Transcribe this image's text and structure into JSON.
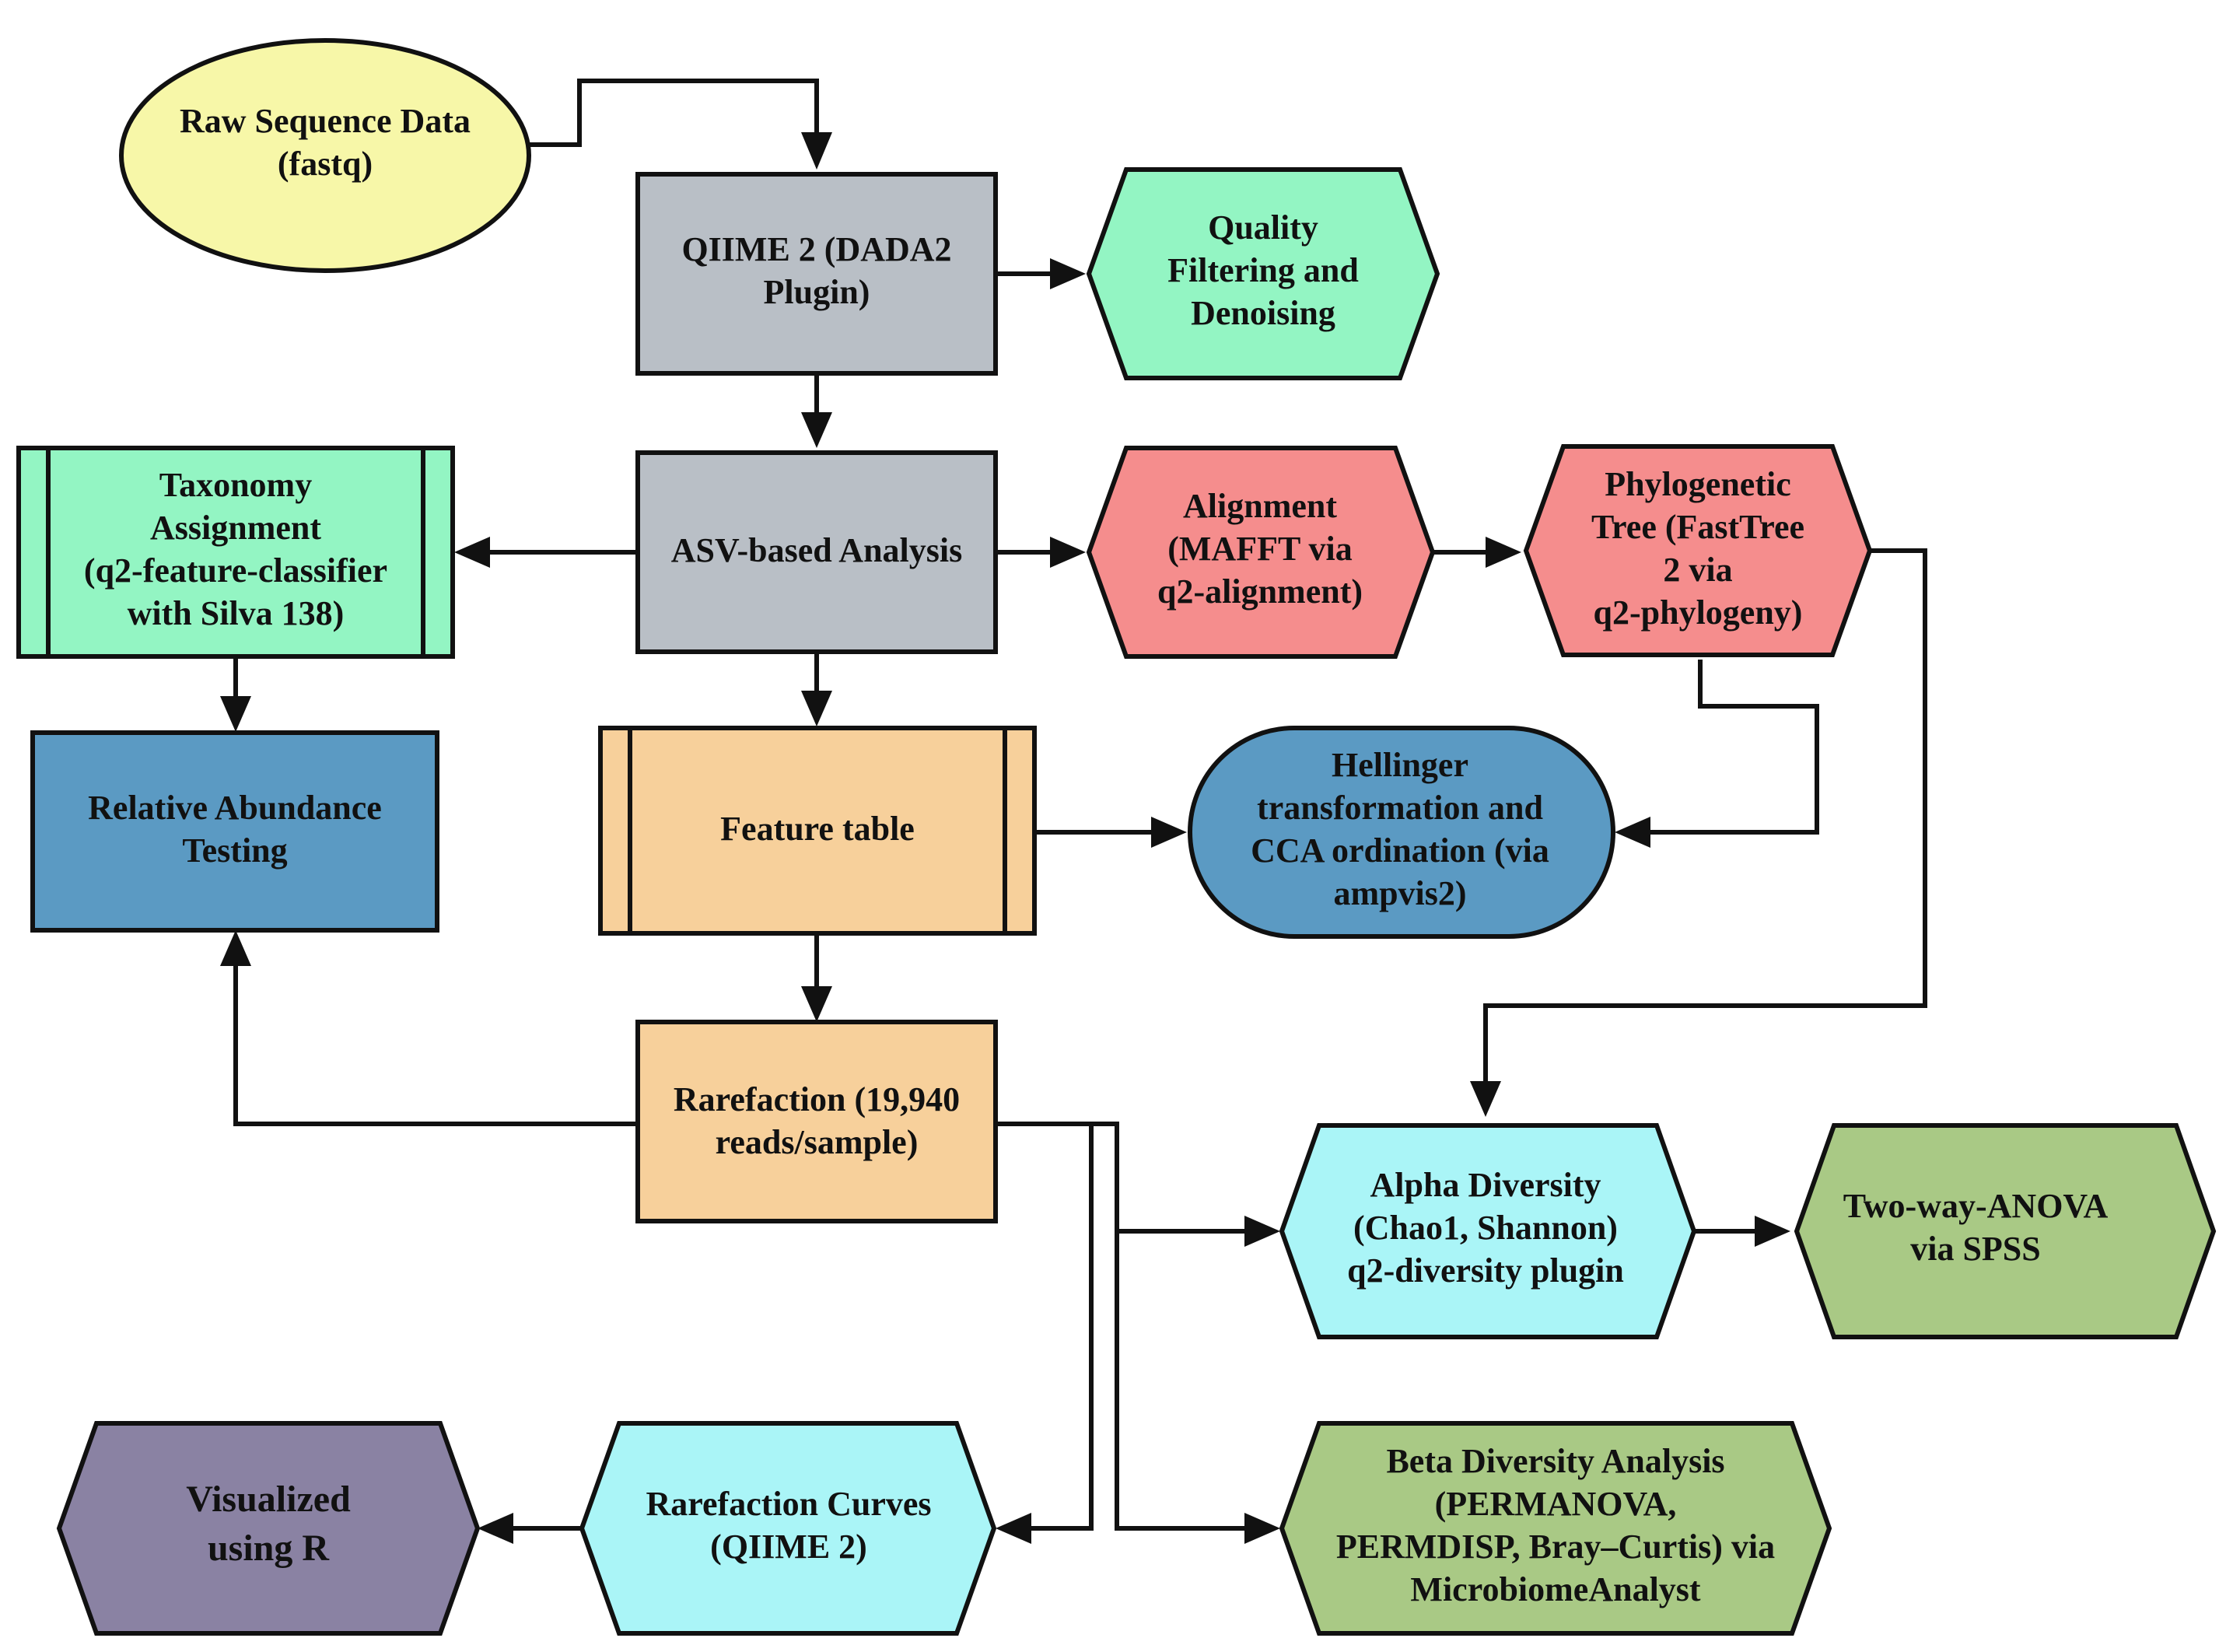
{
  "colors": {
    "raw_data": "#f7f7a8",
    "qiime": "#b9bfc6",
    "quality": "#93f5c3",
    "taxonomy": "#93f5c3",
    "asv": "#b9bfc6",
    "alignment": "#f58d8d",
    "phylogeny": "#f58d8d",
    "relative_abundance": "#5b9ac3",
    "feature_table": "#f7d09b",
    "hellinger": "#5b9ac3",
    "rarefaction": "#f7d09b",
    "alpha": "#aaf5f7",
    "anova": "#a9c985",
    "visualized": "#8a82a3",
    "rarefaction_curves": "#aaf5f7",
    "beta": "#a9c985"
  },
  "nodes": {
    "raw_data": {
      "lines": [
        "Raw Sequence Data",
        "(fastq)"
      ]
    },
    "qiime": {
      "lines": [
        "QIIME 2 (DADA2",
        "Plugin)"
      ]
    },
    "quality": {
      "lines": [
        "Quality",
        "Filtering and",
        "Denoising"
      ]
    },
    "taxonomy": {
      "lines": [
        "Taxonomy",
        "Assignment",
        "(q2-feature-classifier",
        "with Silva 138)"
      ]
    },
    "asv": {
      "lines": [
        "ASV-based  Analysis"
      ]
    },
    "alignment": {
      "lines": [
        "Alignment",
        "(MAFFT via",
        "q2-alignment)"
      ]
    },
    "phylogeny": {
      "lines": [
        "Phylogenetic",
        "Tree (FastTree",
        "2 via",
        "q2-phylogeny)"
      ]
    },
    "relative_abundance": {
      "lines": [
        "Relative Abundance",
        "Testing"
      ]
    },
    "feature_table": {
      "lines": [
        "Feature table"
      ]
    },
    "hellinger": {
      "lines": [
        "Hellinger",
        "transformation and",
        "CCA ordination (via",
        "ampvis2)"
      ]
    },
    "rarefaction": {
      "lines": [
        "Rarefaction (19,940",
        "reads/sample)"
      ]
    },
    "alpha": {
      "lines": [
        "Alpha Diversity",
        "(Chao1, Shannon)",
        "q2-diversity plugin"
      ]
    },
    "anova": {
      "lines": [
        "Two-way-ANOVA",
        "via SPSS"
      ]
    },
    "visualized": {
      "lines": [
        "Visualized",
        "using R"
      ]
    },
    "rarefaction_curves": {
      "lines": [
        "Rarefaction Curves",
        "(QIIME 2)"
      ]
    },
    "beta": {
      "lines": [
        "Beta Diversity Analysis",
        "(PERMANOVA,",
        "PERMDISP, Bray–Curtis) via",
        "MicrobiomeAnalyst"
      ]
    }
  }
}
